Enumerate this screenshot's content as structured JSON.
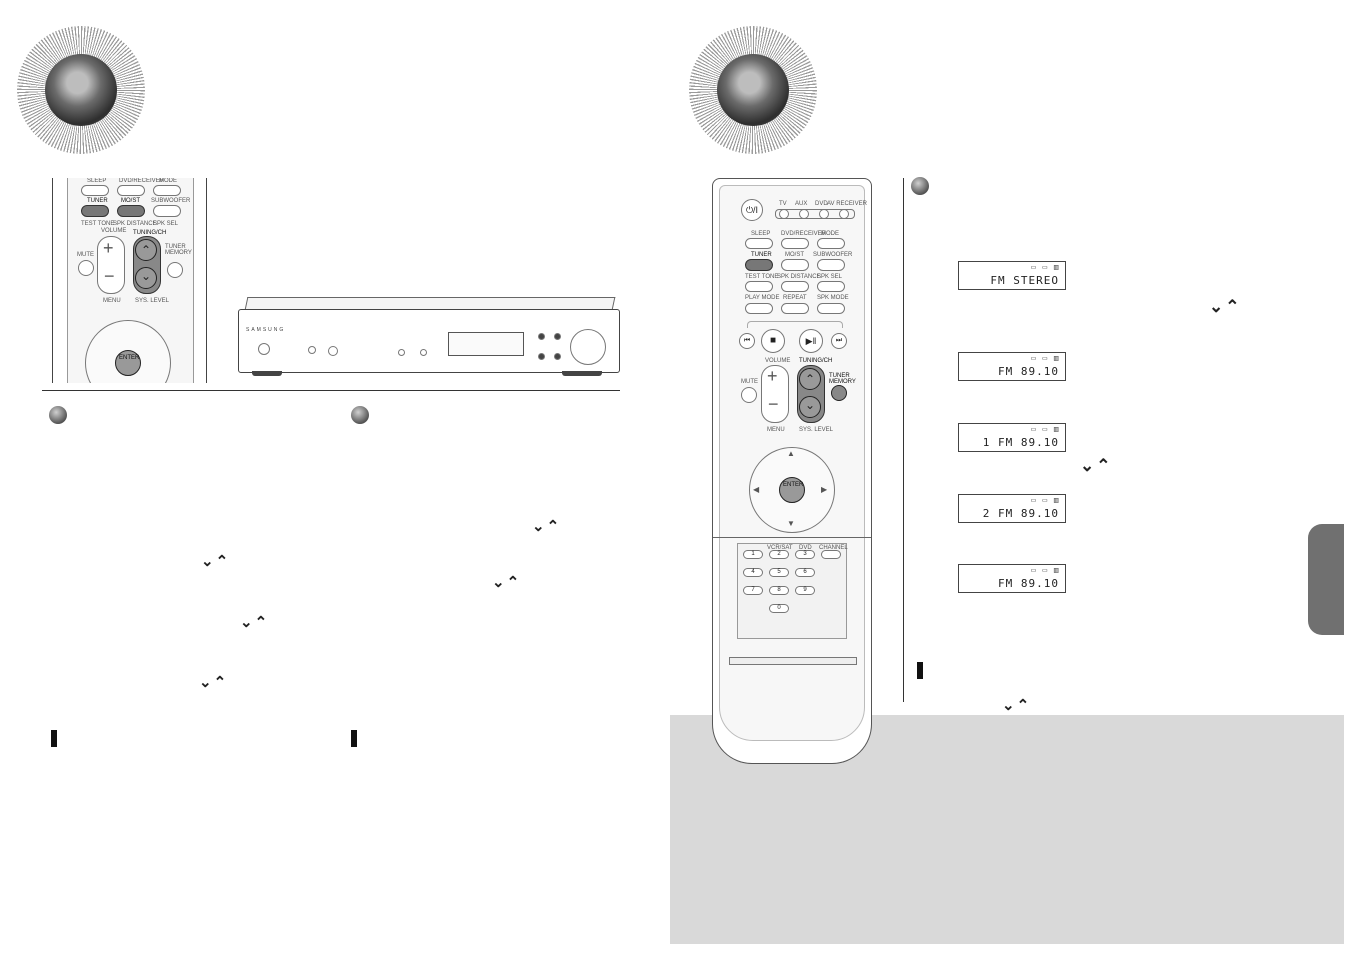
{
  "left_remote": {
    "labels": [
      "SLEEP",
      "DVD/RECEIVER",
      "MODE",
      "TUNER",
      "MO/ST",
      "SUBWOOFER",
      "TEST TONE",
      "SPK DISTANCE",
      "SPK SEL",
      "VOLUME",
      "TUNING/CH",
      "MUTE",
      "TUNER MEMORY",
      "MENU",
      "SYS. LEVEL",
      "ENTER"
    ]
  },
  "receiver": {
    "brand": "SAMSUNG"
  },
  "right_remote": {
    "power_symbol": "⏻/I",
    "mode_labels": [
      "TV",
      "AUX",
      "DVD",
      "AV RECEIVER"
    ],
    "labels": [
      "SLEEP",
      "DVD/RECEIVER",
      "MODE",
      "TUNER",
      "MO/ST",
      "SUBWOOFER",
      "TEST TONE",
      "SPK DISTANCE",
      "SPK SEL",
      "PLAY MODE",
      "REPEAT",
      "SPK MODE",
      "VOLUME",
      "TUNING/CH",
      "TUNER MEMORY",
      "MUTE",
      "MENU",
      "SYS. LEVEL",
      "ENTER"
    ],
    "keypad": [
      "1",
      "2",
      "3",
      "4",
      "5",
      "6",
      "7",
      "8",
      "9",
      "0"
    ],
    "keypad_tags": [
      "VCR/SAT",
      "DVD",
      "CHANNEL"
    ]
  },
  "displays": [
    {
      "text": "FM STEREO",
      "indicator": "▭ ▭ ▥"
    },
    {
      "text": "FM  89.10",
      "indicator": "▭ ▭ ▥"
    },
    {
      "text": "1 FM  89.10",
      "indicator": "▭ ▭ ▥"
    },
    {
      "text": "2 FM  89.10",
      "indicator": "▭ ▭ ▥"
    },
    {
      "text": "FM  89.10",
      "indicator": "▭ ▭ ▥"
    }
  ],
  "chevron": "⌄⌃",
  "colors": {
    "note_panel": "#d9d9d9",
    "side_tab": "#707070"
  }
}
